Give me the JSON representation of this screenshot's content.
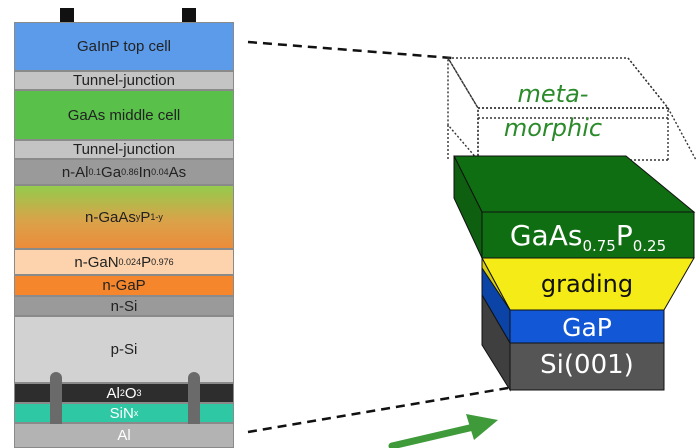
{
  "solar_cell_stack": {
    "layers": [
      {
        "id": "galnp",
        "html": "GaInP top cell"
      },
      {
        "id": "tj1",
        "html": "Tunnel-junction"
      },
      {
        "id": "gaas",
        "html": "GaAs middle cell"
      },
      {
        "id": "tj2",
        "html": "Tunnel-junction"
      },
      {
        "id": "algainas",
        "html": "n-Al<sub>0.1</sub>Ga<sub>0.86</sub>In<sub>0.04</sub>As"
      },
      {
        "id": "gaasp",
        "html": "n-GaAs<sub>y</sub>P<sub>1-y</sub>"
      },
      {
        "id": "ganp",
        "html": "n-GaN<sub>0.024</sub>P<sub>0.976</sub>"
      },
      {
        "id": "gap",
        "html": "n-GaP"
      },
      {
        "id": "nsi",
        "html": "n-Si"
      },
      {
        "id": "psi",
        "html": "p-Si"
      },
      {
        "id": "al2o3",
        "html": "Al<sub>2</sub>O<sub>3</sub>"
      },
      {
        "id": "sinx",
        "html": "SiN<sub>x</sub>"
      },
      {
        "id": "al",
        "html": "Al"
      }
    ]
  },
  "pseudo_substrate": {
    "metamorphic_label_1": "meta-",
    "metamorphic_label_2": "morphic",
    "gaasp_layer_html": "GaAs<sub>0.75</sub>P<sub>0.25</sub>",
    "grading_label": "grading",
    "gap_label": "GaP",
    "si_label": "Si(001)"
  },
  "colors": {
    "galnp": "#5b9bea",
    "tunnel": "#c4c4c4",
    "gaas_cell": "#59c14a",
    "algainas": "#9a9a9a",
    "ganp": "#fcd3ad",
    "gap": "#f6862b",
    "si": "#d2d2d2",
    "al2o3": "#2d2d2d",
    "sinx": "#2ec9a4",
    "al": "#b3b3b3",
    "green_dark": "#0f6e12",
    "yellow": "#f5eb16",
    "blue": "#1157d6",
    "grey_dark": "#555555",
    "arrow_green": "#3f9a3a",
    "metamorphic_text": "#2b8b2a"
  }
}
